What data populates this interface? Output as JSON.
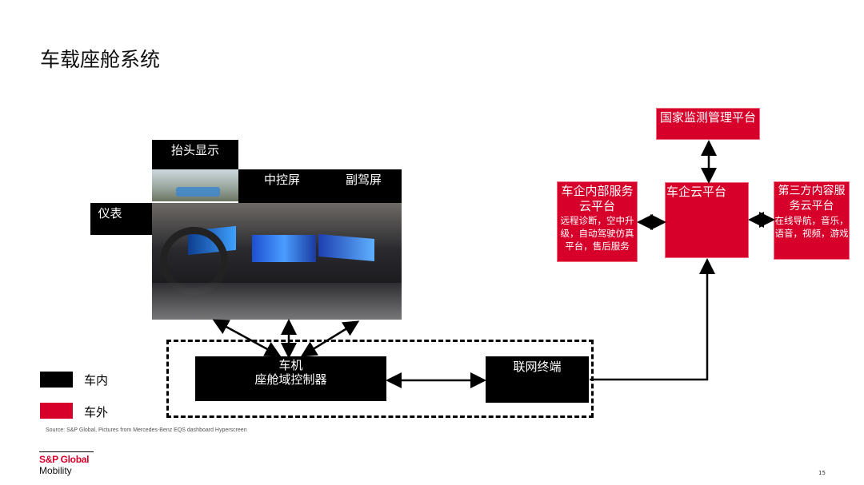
{
  "title": "车载座舱系统",
  "in_car": {
    "hud": "抬头显示",
    "center_screen": "中控屏",
    "passenger_screen": "副驾屏",
    "cluster": "仪表",
    "head_unit": "车机",
    "cockpit_controller": "座舱域控制器",
    "telematics": "联网终端"
  },
  "cloud": {
    "national": "国家监测管理平台",
    "oem_cloud": "车企云平台",
    "oem_internal": {
      "title": "车企内部服务云平台",
      "desc": "远程诊断，空中升级，自动驾驶仿真平台，售后服务"
    },
    "third_party": {
      "title": "第三方内容服务云平台",
      "desc": "在线导航，音乐，语音，视频，游戏"
    }
  },
  "legend": [
    {
      "label": "车内",
      "color": "#000000"
    },
    {
      "label": "车外",
      "color": "#d6002a"
    }
  ],
  "source": "Source: S&P Global, Pictures from Mercedes-Benz EQS dashboard Hyperscreen",
  "logo": {
    "line1": "S&P Global",
    "line2": "Mobility"
  },
  "page_number": "15",
  "colors": {
    "accent": "#d6002a"
  }
}
